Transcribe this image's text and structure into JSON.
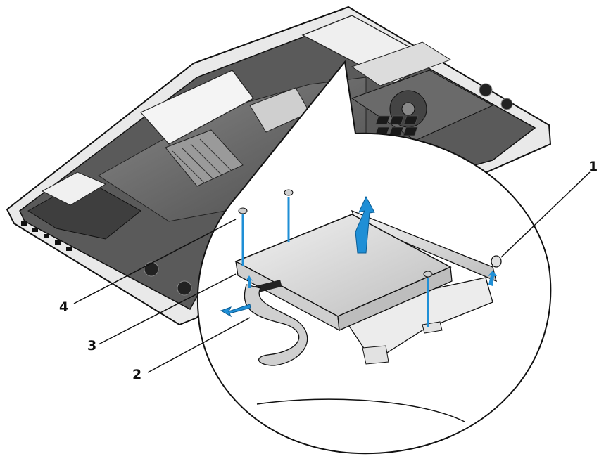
{
  "callouts": [
    {
      "id": "c1",
      "label": "1"
    },
    {
      "id": "c2",
      "label": "2"
    },
    {
      "id": "c3",
      "label": "3"
    },
    {
      "id": "c4",
      "label": "4"
    }
  ],
  "colors": {
    "line": "#111111",
    "metal": "#d9d9d9",
    "metal_dark": "#9a9a9a",
    "board": "#6e6e6e",
    "arrow_blue": "#1f8fd6"
  }
}
